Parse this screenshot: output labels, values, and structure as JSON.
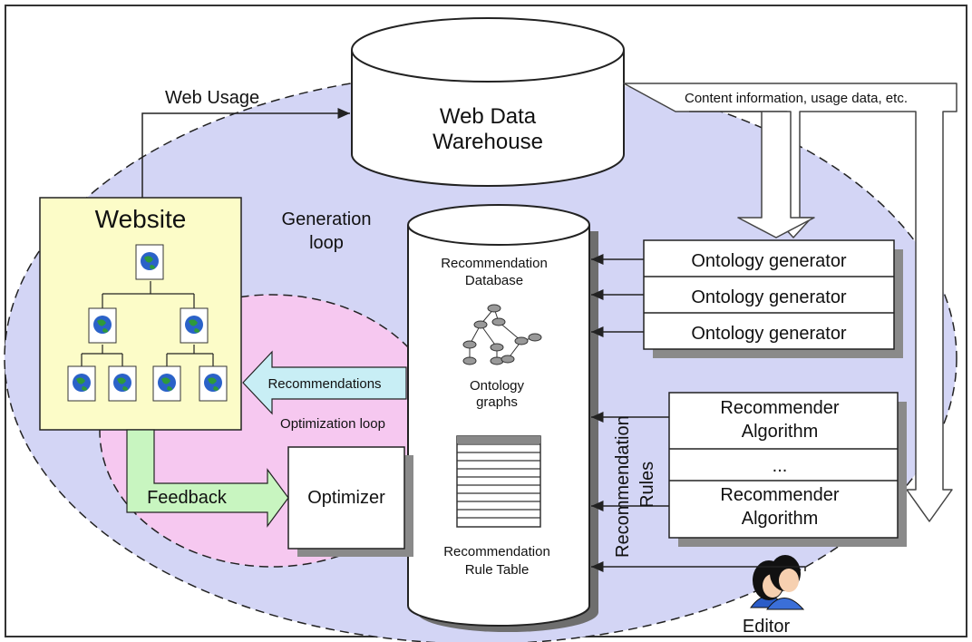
{
  "labels": {
    "web_usage": "Web Usage",
    "warehouse_line1": "Web Data",
    "warehouse_line2": "Warehouse",
    "content_info": "Content information, usage data, etc.",
    "website": "Website",
    "generation_line1": "Generation",
    "generation_line2": "loop",
    "recdb_line1": "Recommendation",
    "recdb_line2": "Database",
    "ontology_graphs_line1": "Ontology",
    "ontology_graphs_line2": "graphs",
    "rule_table_line1": "Recommendation",
    "rule_table_line2": "Rule Table",
    "ontology_generators": [
      "Ontology generator",
      "Ontology generator",
      "Ontology generator"
    ],
    "recommender_1_line1": "Recommender",
    "recommender_1_line2": "Algorithm",
    "recommender_ellipsis": "...",
    "recommender_2_line1": "Recommender",
    "recommender_2_line2": "Algorithm",
    "recommendation_rules_line1": "Recommendation",
    "recommendation_rules_line2": "Rules",
    "recommendations": "Recommendations",
    "optimization_loop": "Optimization loop",
    "feedback": "Feedback",
    "optimizer": "Optimizer",
    "editor": "Editor"
  },
  "colors": {
    "generation_loop_fill": "#d3d5f5",
    "optimization_loop_fill": "#f6c8f0",
    "website_fill": "#fcfcc8",
    "recommendations_arrow": "#c8eef5",
    "feedback_arrow": "#c8f5c0",
    "shadow": "#8a8a8a"
  }
}
